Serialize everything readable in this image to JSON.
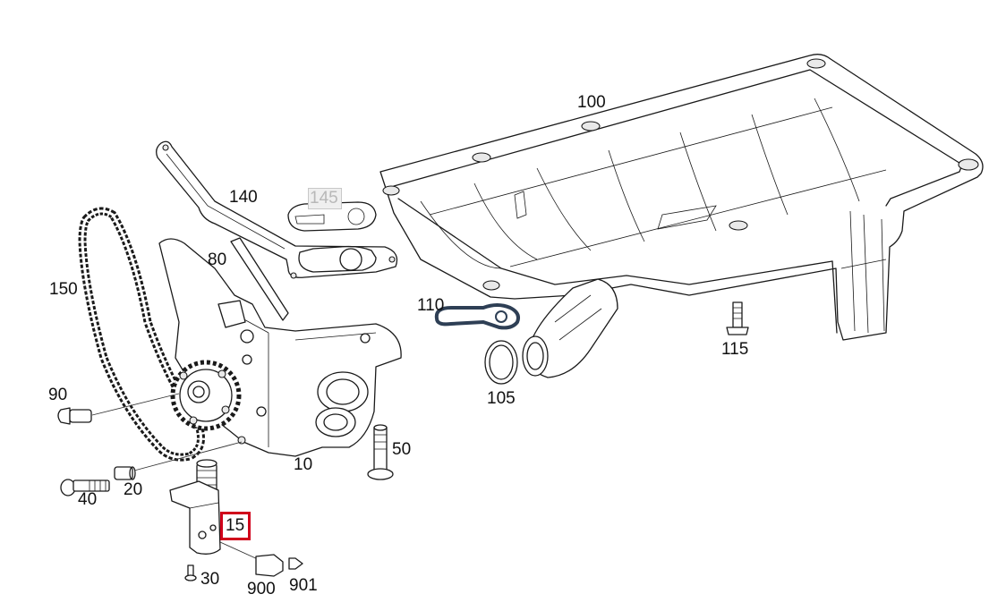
{
  "diagram": {
    "highlight_color": "#d0021b",
    "gasket_color": "#2e3f55",
    "selected_part": "15",
    "labels": {
      "p100": "100",
      "p140": "140",
      "p145": "145",
      "p80": "80",
      "p150": "150",
      "p110": "110",
      "p115": "115",
      "p105": "105",
      "p90": "90",
      "p50": "50",
      "p10": "10",
      "p40": "40",
      "p20": "20",
      "p15": "15",
      "p30": "30",
      "p900": "900",
      "p901": "901"
    }
  }
}
